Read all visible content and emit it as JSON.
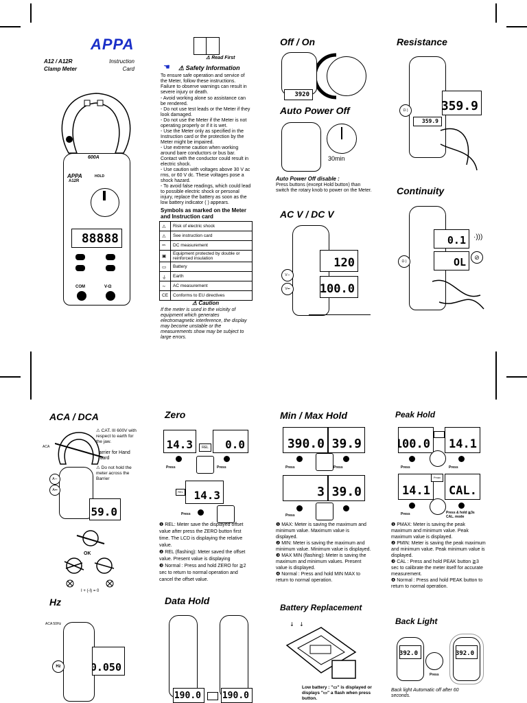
{
  "brand": "APPA",
  "model": "A12 / A12R",
  "model_sub": "Clamp Meter",
  "card_title": "Instruction",
  "card_title_sub": "Card",
  "read_first": "Read First",
  "safety": {
    "title": "Safety Information",
    "intro": "To ensure safe operation and service of the Meter, follow these instructions. Failure to observe warnings can result in severe injury or death.",
    "items": [
      "- Avoid working alone so assistance can be rendered.",
      "- Do not use test leads or the Meter if they look damaged.",
      "- Do not use the Meter if the Meter is not operating properly or if it is wet.",
      "- Use the Meter only as specified in the Instruction card or the protection by the Meter might be impaired.",
      "- Use extreme caution when working around bare conductors or bus bar. Contact with the conductor could result in electric shock.",
      "- Use caution with voltages above 30 V ac rms, or 60 V dc. These voltages pose a shock hazard.",
      "- To avoid false readings, which could lead to possible electric shock or personal injury, replace the battery as soon as the low battery indicator ( ) appears."
    ]
  },
  "symbols": {
    "title": "Symbols as marked on the Meter and Instruction card",
    "rows": [
      {
        "icon": "⚠",
        "text": "Risk of electric shock"
      },
      {
        "icon": "⚠",
        "text": "See instruction card"
      },
      {
        "icon": "⎓",
        "text": "DC measurement"
      },
      {
        "icon": "▣",
        "text": "Equipment protected by double or reinforced insulation"
      },
      {
        "icon": "▭",
        "text": "Battery"
      },
      {
        "icon": "⏚",
        "text": "Earth"
      },
      {
        "icon": "∼",
        "text": "AC measurement"
      },
      {
        "icon": "CE",
        "text": "Conforms to EU directives"
      }
    ]
  },
  "caution": {
    "title": "Caution",
    "text": "If the meter is used in the vicinity of equipment which generates electromagnetic interference, the display may become unstable or the measurements show may be subject to large errors."
  },
  "meter_big": {
    "brand": "APPA",
    "model": "A12R",
    "rating": "600A",
    "display": "88888",
    "hold": "HOLD",
    "com": "COM",
    "vohm": "V-Ω"
  },
  "sections": {
    "off_on": "Off / On",
    "auto_power_off": "Auto Power Off",
    "auto_power_off_time": "30min",
    "auto_power_off_disable_title": "Auto Power Off disable :",
    "auto_power_off_disable_text": "Press buttons (except Hold button) than switch the rotary knob to power on the Meter.",
    "resistance": "Resistance",
    "continuity": "Continuity",
    "acv_dcv": "AC V / DC V",
    "aca_dca": "ACA / DCA",
    "zero": "Zero",
    "minmax": "Min / Max Hold",
    "peak": "Peak Hold",
    "hz": "Hz",
    "data_hold": "Data Hold",
    "battery": "Battery Replacement",
    "backlight": "Back Light"
  },
  "displays": {
    "offon": "3920",
    "resist_lcd": "359.9",
    "resist_meter": "359.9",
    "cont1": "0.1",
    "cont2": "OL",
    "acv": "120",
    "dcv": "100.0",
    "aca": "59.0",
    "zero1": "14.3",
    "zero2": "0.0",
    "zero3": "14.3",
    "mm1": "390.0",
    "mm2": "39.9",
    "mm3": "3",
    "mm4": "39.0",
    "pk1": "100.0",
    "pk2": "14.1",
    "pk3": "14.1",
    "pk4": "CAL.",
    "hz": "0.050",
    "dh1": "190.0",
    "dh2": "190.0",
    "bl": "392.0"
  },
  "aca_notes": {
    "cat": "CAT. III 600V with respect to earth for the jaw.",
    "barrier": "Barrier for Hand Guard",
    "dont_hold": "Do not hold the meter across the Barrier",
    "ok": "OK",
    "formula": "I + (-I) = 0",
    "aca_label": "ACA",
    "aca_sub": "ACA 50Hz"
  },
  "zero_notes": [
    "❶ REL: Meter save the displayed offset value after press the ZERO button first time. The LCD is displaying the relative value.",
    "❷ REL (flashing): Meter saved the offset value. Present value is displaying",
    "❸ Normal : Press and hold ZERO for ≧2 sec to return to normal operation and cancel the offset value."
  ],
  "minmax_notes": [
    "❶ MAX: Meter is saving the maximum and minimum value. Maximum value is displayed.",
    "❷ MIN: Meter is saving the maximum and minimum value. Minimum value is displayed.",
    "❸ MAX MIN (flashing): Meter is saving the maximum and minimum values. Present value is displayed.",
    "❹ Normal : Press and hold MIN MAX to return to normal operation."
  ],
  "peak_notes": [
    "❶ PMAX: Meter is saving the peak maximum and minimum value. Peak maximum value is displayed.",
    "❷ PMIN: Meter is saving the peak maximum and minimum value. Peak minimum value is displayed.",
    "❸ CAL : Press and hold PEAK button ≧3 sec to calibrate the meter itself for accurate measurement.",
    "❹ Normal : Press and hold PEAK button to return to normal operation."
  ],
  "press_label": "Press",
  "battery_note": "Low battery : \"▭\" is displayed or displays \"▭\" a flash when press button.",
  "backlight_note": "Back light Automatic off after 60 seconds.",
  "zero_rel": "REL",
  "peak_pmax": "Pmax",
  "peak_cal_label": "Press & hold ≧3s CAL. mode"
}
